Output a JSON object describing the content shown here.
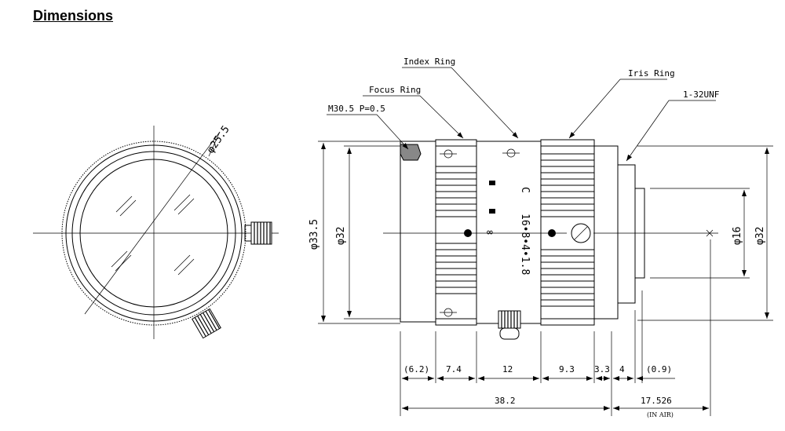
{
  "page": {
    "title": "Dimensions"
  },
  "front_view": {
    "diameter_label": "φ25.5"
  },
  "side_view": {
    "callouts": {
      "index_ring": "Index Ring",
      "iris_ring": "Iris Ring",
      "focus_ring": "Focus Ring",
      "filter_thread": "M30.5 P=0.5",
      "mount": "1-32UNF"
    },
    "markings": {
      "c": "C",
      "f_stops": "16•8•4•1.8",
      "infinity": "∞"
    },
    "diameters": {
      "outer": "φ33.5",
      "front": "φ32",
      "rear_small": "φ16",
      "rear": "φ32"
    },
    "dimensions": {
      "d1": "(6.2)",
      "d2": "7.4",
      "d3": "12",
      "d4": "9.3",
      "d5": "3.3",
      "d6": "4",
      "d7": "(0.9)",
      "total": "38.2",
      "back_focus": "17.526",
      "in_air": "(IN AIR)"
    }
  }
}
